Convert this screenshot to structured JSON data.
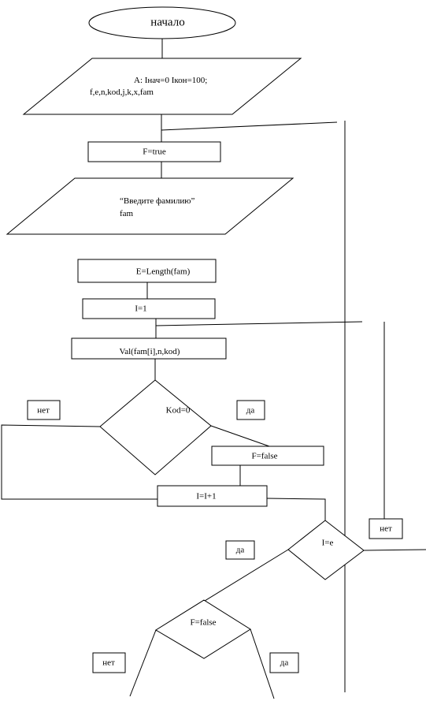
{
  "nodes": {
    "start": "начало",
    "input_a": "A:  Iнач=0   Iкон=100;",
    "input_a_vars": "f,e,n,kod,j,k,x,fam",
    "set_f_true": "F=true",
    "prompt": "“Введите фамилию”",
    "prompt_var": "fam",
    "calc_e": "E=Length(fam)",
    "set_i": "I=1",
    "val_call": "Val(fam[i],n,kod)",
    "cond_kod": "Kod=0",
    "set_f_false": "F=false",
    "incr_i": "I=I+1",
    "cond_i_e": "I=e",
    "cond_f_false": "F=false"
  },
  "labels": {
    "kod_no": "нет",
    "kod_yes": "да",
    "outer_no": "нет",
    "ie_yes": "да",
    "f_no": "нет",
    "f_yes": "да"
  },
  "colors": {
    "stroke": "#000000",
    "fill": "#ffffff"
  }
}
